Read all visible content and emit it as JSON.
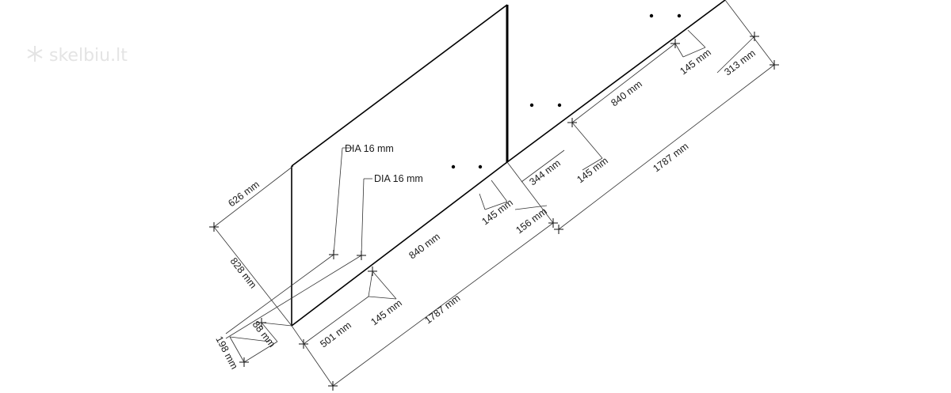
{
  "watermark": {
    "text": "skelbiu.lt",
    "icon": "snowflake-logo-icon"
  },
  "callouts": {
    "hole_a": "DIA 16 mm",
    "hole_b": "DIA 16 mm"
  },
  "dimensions": {
    "left_height": "626 mm",
    "left_depth": "828 mm",
    "left_small_a": "88 mm",
    "left_small_b": "198 mm",
    "front_offset": "501 mm",
    "front_hole_gap": "145 mm",
    "front_hole_span": "840 mm",
    "front_total": "1787 mm",
    "mid_hole_gap": "145 mm",
    "mid_offset": "156 mm",
    "right_offset": "344 mm",
    "right_hole_gap": "145 mm",
    "right_hole_span": "840 mm",
    "right_total": "1787 mm",
    "top_hole_gap": "145 mm",
    "top_offset": "313 mm"
  },
  "colors": {
    "line": "#000000",
    "dimension_line": "#333333",
    "watermark": "#e4e4e4"
  }
}
